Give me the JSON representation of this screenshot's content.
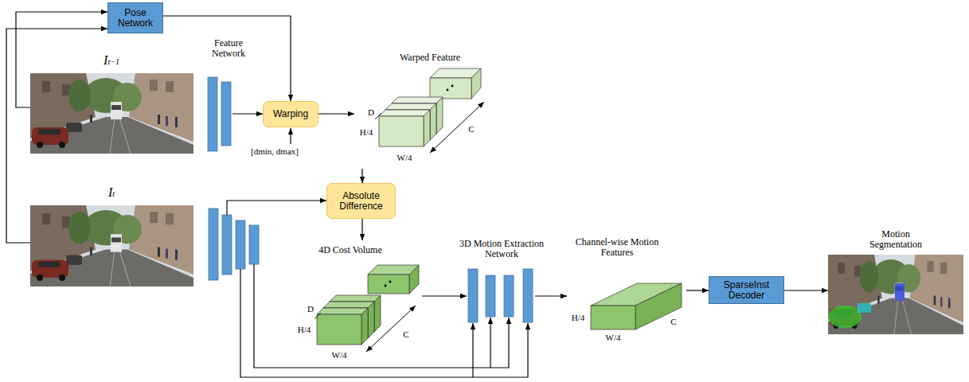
{
  "diagram": {
    "nodes": [
      {
        "text": [
          "Pose Network"
        ]
      },
      {
        "text": [
          "It−1"
        ]
      },
      {
        "text": [
          "Feature Network"
        ]
      },
      {
        "text": [
          "Warping"
        ]
      },
      {
        "text": [
          "Warped Feature"
        ]
      },
      {
        "text": [
          "It"
        ]
      },
      {
        "text": [
          "Absolute Difference"
        ]
      },
      {
        "text": [
          "4D Cost Volume"
        ]
      },
      {
        "text": [
          "3D Motion Extraction Network"
        ]
      },
      {
        "text": [
          "Channel-wise Motion Features"
        ]
      },
      {
        "text": [
          "SparseInst Decoder"
        ]
      },
      {
        "text": [
          "Motion Segmentation"
        ]
      }
    ],
    "edges": [
      {
        "from": 1,
        "to": 0,
        "arrow": "to"
      },
      {
        "from": 5,
        "to": 0,
        "arrow": "to"
      },
      {
        "from": 0,
        "to": 3,
        "arrow": "to"
      },
      {
        "from": 2,
        "to": 3,
        "arrow": "to"
      },
      {
        "from": 3,
        "to": 4,
        "arrow": "to"
      },
      {
        "from": 4,
        "to": 6,
        "arrow": "to"
      },
      {
        "from": 6,
        "to": 7,
        "arrow": "to"
      },
      {
        "from": 7,
        "to": 8,
        "arrow": "to"
      },
      {
        "from": 8,
        "to": 9,
        "arrow": "to"
      },
      {
        "from": 9,
        "to": 10,
        "arrow": "to"
      },
      {
        "from": 10,
        "to": 11,
        "arrow": "to"
      }
    ],
    "labels": [
      "[dmin, dmax]",
      "D",
      "H/4",
      "W/4",
      "C",
      "D",
      "H/4",
      "W/4",
      "C",
      "H/4",
      "W/4",
      "C"
    ]
  }
}
